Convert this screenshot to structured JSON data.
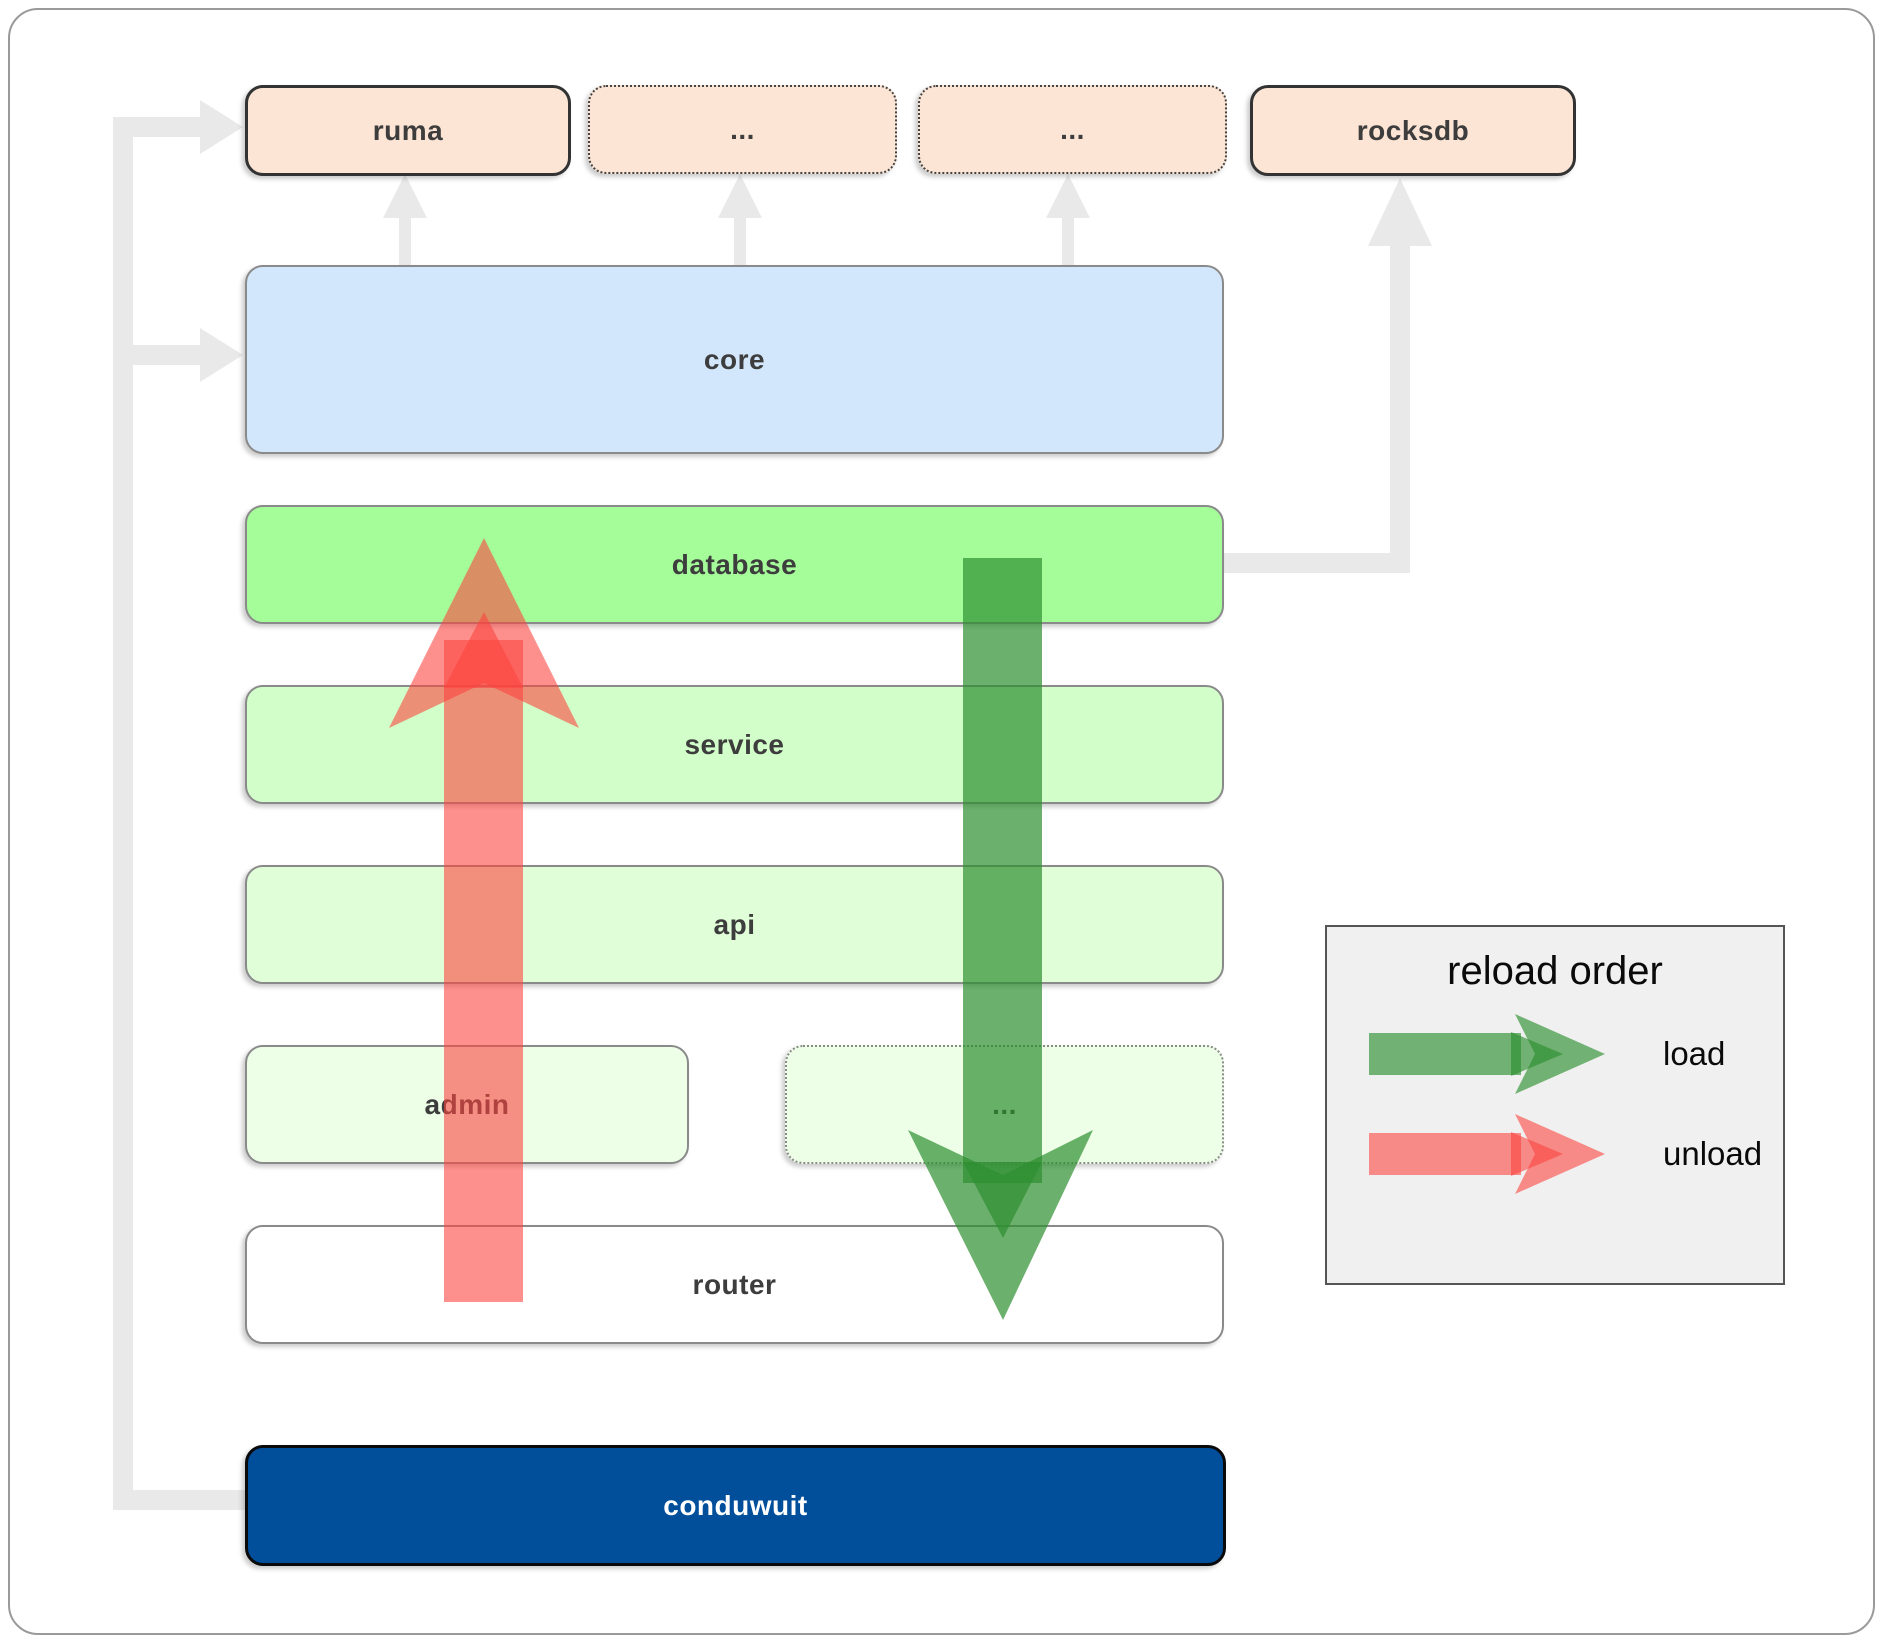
{
  "boxes": {
    "ruma": "ruma",
    "ellipsis1": "...",
    "ellipsis2": "...",
    "rocksdb": "rocksdb",
    "core": "core",
    "database": "database",
    "service": "service",
    "api": "api",
    "admin": "admin",
    "ellipsis3": "...",
    "router": "router",
    "conduwuit": "conduwuit"
  },
  "legend": {
    "title": "reload order",
    "load_label": "load",
    "unload_label": "unload"
  },
  "colors": {
    "box_peach": "#fce5d4",
    "box_blue": "#d2e7fb",
    "box_green": "#a5fd99",
    "box_green_light": "#d2fec9",
    "box_green_lighter": "#e0ffd8",
    "box_green_faint": "#eeffe8",
    "box_white": "#ffffff",
    "box_navy": "#014e9b",
    "arrow_load_green": "#2d8f30",
    "arrow_unload_red": "#fb4440",
    "connector_gray": "#e9e9e9",
    "legend_bg": "#f0f0f0"
  }
}
